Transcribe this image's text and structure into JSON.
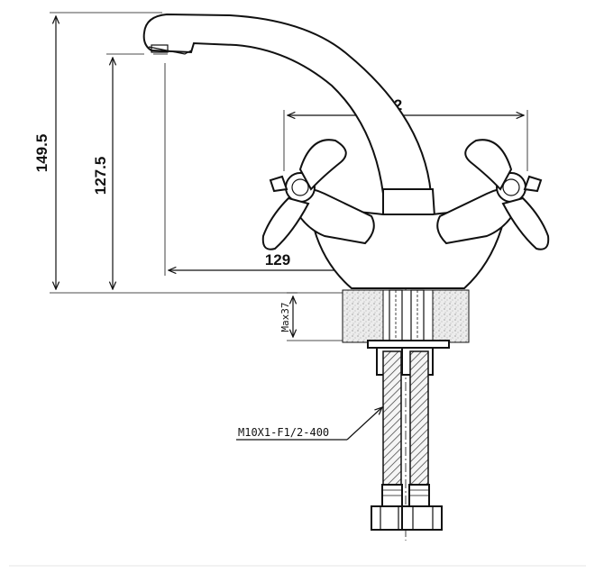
{
  "dimensions": {
    "total_height": "149.5",
    "spout_height": "127.5",
    "handle_span": "132",
    "spout_reach": "129",
    "mount_thickness": "Max37",
    "hose_spec": "M10X1-F1/2-400"
  },
  "colors": {
    "line": "#111111",
    "granite_fill": "#e6e6e6",
    "hose_fill": "#f2f2f2"
  }
}
